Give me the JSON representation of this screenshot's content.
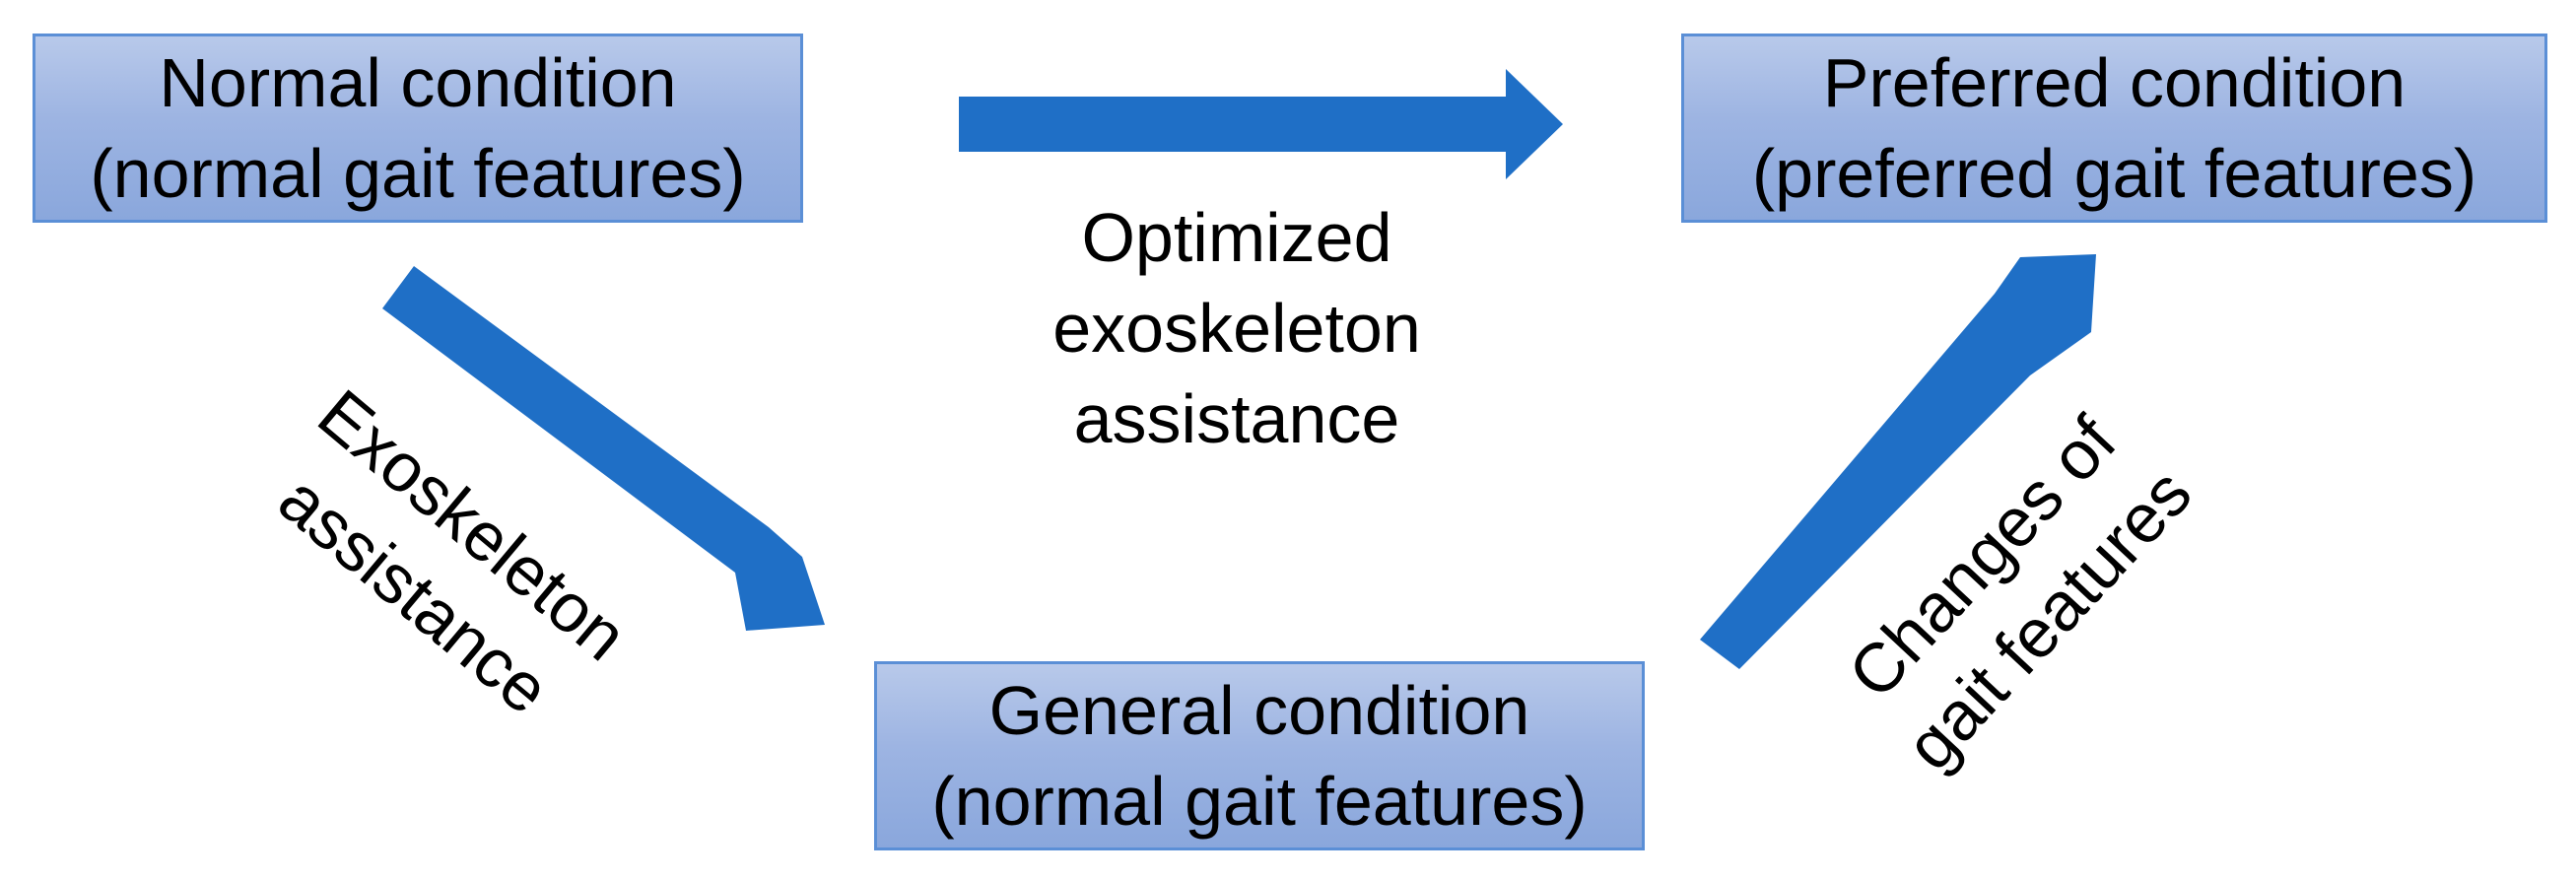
{
  "nodes": {
    "normal": {
      "line1": "Normal condition",
      "line2": "(normal gait features)"
    },
    "preferred": {
      "line1": "Preferred condition",
      "line2": "(preferred gait features)"
    },
    "general": {
      "line1": "General condition",
      "line2": "(normal gait features)"
    }
  },
  "edges": {
    "optimized": {
      "line1": "Optimized",
      "line2": "exoskeleton",
      "line3": "assistance"
    },
    "exoskeleton": {
      "line1": "Exoskeleton",
      "line2": "assistance"
    },
    "changes": {
      "line1": "Changes of",
      "line2": "gait features"
    }
  },
  "colors": {
    "arrow": "#1f6fc6",
    "box_border": "#5b8fd6",
    "box_fill_top": "#b8c9ea",
    "box_fill_bottom": "#8aa7dc"
  }
}
